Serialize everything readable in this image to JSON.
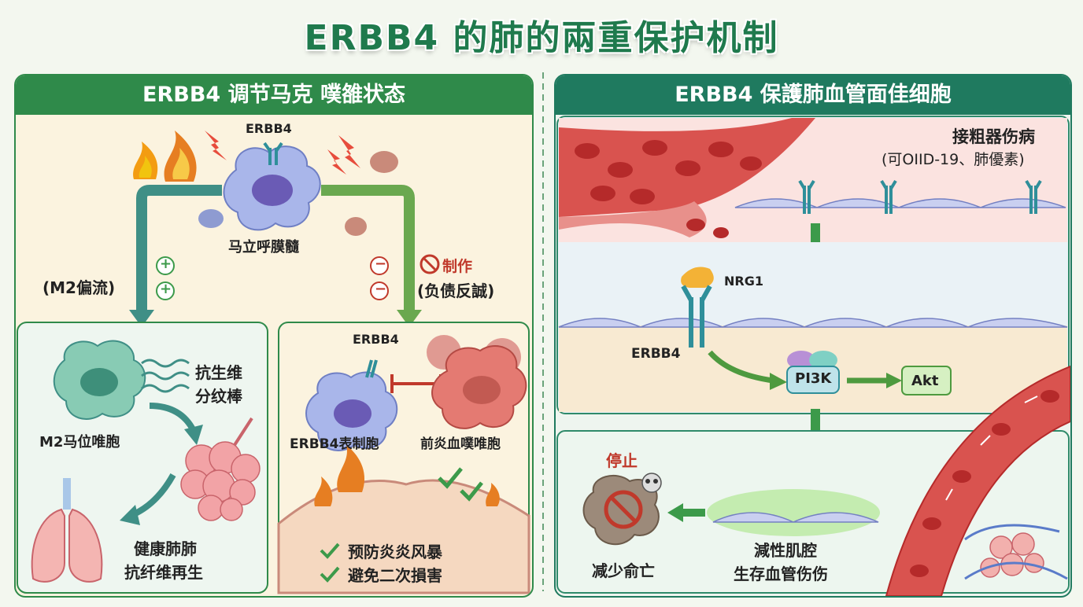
{
  "title": "ERBB4 的肺的兩重保护机制",
  "colors": {
    "green_dark": "#1f7a4d",
    "green_light": "#4e9a3f",
    "teal": "#3f8f86",
    "red": "#c0392b",
    "cream": "#fbf3df"
  },
  "left_panel": {
    "header": "ERBB4 调节马克 噗雒状态",
    "macrophage_label": "马立呼膜髓",
    "receptor_label": "ERBB4",
    "m2_branch": {
      "flow_label": "(M2偏流)",
      "plus1": "+",
      "plus2": "+"
    },
    "inhibit_branch": {
      "minus1": "−",
      "minus2": "−",
      "inhibit_label": "制作",
      "feedback_label": "(负债反誠)"
    },
    "m2_box": {
      "cell_label": "M2马位唯胞",
      "signal_line1": "抗生维",
      "signal_line2": "分纹棒",
      "outcome_line1": "健康肺肺",
      "outcome_line2": "抗纤维再生"
    },
    "inhibit_box": {
      "receptor_label": "ERBB4",
      "cell_left_label": "ERBB4表制胞",
      "cell_right_label": "前炎血噗唯胞",
      "check1": "预防炎炎风暴",
      "check2": "避免二次損害"
    }
  },
  "right_panel": {
    "header": "ERBB4 保護肺血管面佳细胞",
    "injury_title": "接粗器伤病",
    "injury_sub": "(可OIID-19、肺優素)",
    "ligand_label": "NRG1",
    "receptor_label": "ERBB4",
    "pi3k_label": "PI3K",
    "akt_label": "Akt",
    "stop_label": "停止",
    "death_label": "减少俞亡",
    "survival_line1": "減性肌腔",
    "survival_line2": "生存血管伤伤"
  }
}
